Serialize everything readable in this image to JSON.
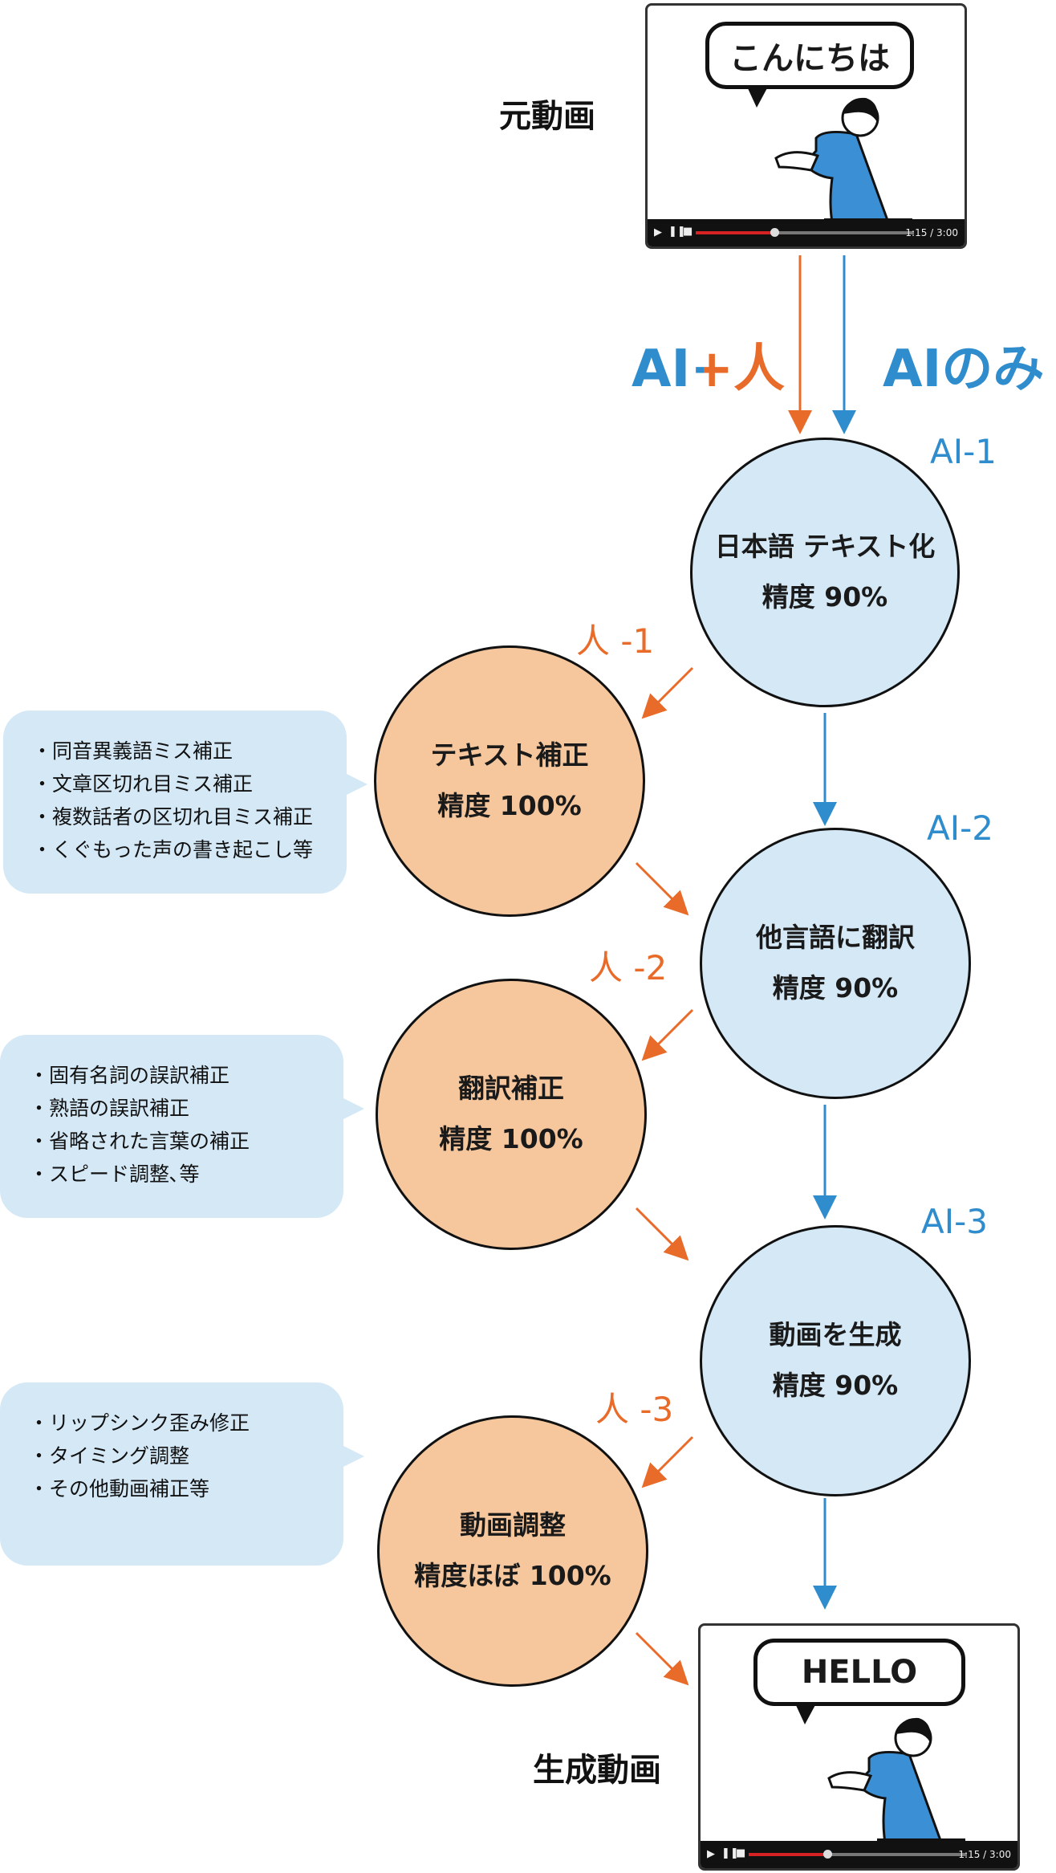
{
  "source_video": {
    "label": "元動画",
    "speech": "こんにちは",
    "time": "1:15 / 3:00"
  },
  "output_video": {
    "label": "生成動画",
    "speech": "HELLO",
    "time": "1:15 / 3:00"
  },
  "paths": {
    "ai_human": "AI+人",
    "ai_only": "AIのみ"
  },
  "colors": {
    "ai": "#2f8ccd",
    "human": "#e86b2a",
    "ai_fill": "#d4e8f6",
    "human_fill": "#f6c79d"
  },
  "ai_steps": [
    {
      "id": "AI-1",
      "title": "日本語 テキスト化",
      "accuracy": "精度 90%"
    },
    {
      "id": "AI-2",
      "title": "他言語に翻訳",
      "accuracy": "精度 90%"
    },
    {
      "id": "AI-3",
      "title": "動画を生成",
      "accuracy": "精度 90%"
    }
  ],
  "human_steps": [
    {
      "id": "人 -1",
      "title": "テキスト補正",
      "accuracy": "精度 100%",
      "notes": [
        "・同音異義語ミス補正",
        "・文章区切れ目ミス補正",
        "・複数話者の区切れ目ミス補正",
        "・くぐもった声の書き起こし等"
      ]
    },
    {
      "id": "人 -2",
      "title": "翻訳補正",
      "accuracy": "精度 100%",
      "notes": [
        "・固有名詞の誤訳補正",
        "・熟語の誤訳補正",
        "・省略された言葉の補正",
        "・スピード調整､等"
      ]
    },
    {
      "id": "人 -3",
      "title": "動画調整",
      "accuracy": "精度ほぼ 100%",
      "notes": [
        "・リップシンク歪み修正",
        "・タイミング調整",
        "・その他動画補正等"
      ]
    }
  ]
}
